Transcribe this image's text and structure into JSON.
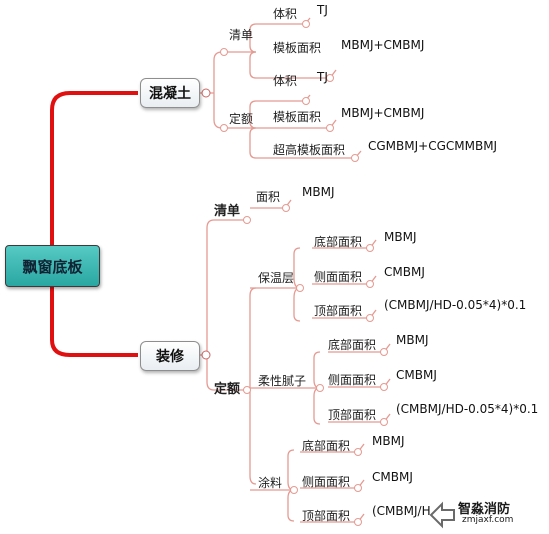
{
  "root": "飘窗底板",
  "concrete": {
    "label": "混凝土",
    "list": {
      "label": "清单",
      "volume": {
        "label": "体积",
        "formula": "TJ"
      },
      "formwork": {
        "label": "模板面积",
        "formula": "MBMJ+CMBMJ"
      }
    },
    "quota": {
      "label": "定额",
      "volume": {
        "label": "体积",
        "formula": "TJ"
      },
      "formwork": {
        "label": "模板面积",
        "formula": "MBMJ+CMBMJ"
      },
      "high_formwork": {
        "label": "超高模板面积",
        "formula": "CGMBMJ+CGCMMBMJ"
      }
    }
  },
  "decoration": {
    "label": "装修",
    "list": {
      "label": "清单",
      "area": {
        "label": "面积",
        "formula": "MBMJ"
      }
    },
    "quota": {
      "label": "定额",
      "insulation": {
        "label": "保温层",
        "bottom": {
          "label": "底部面积",
          "formula": "MBMJ"
        },
        "side": {
          "label": "侧面面积",
          "formula": "CMBMJ"
        },
        "top": {
          "label": "顶部面积",
          "formula": "(CMBMJ/HD-0.05*4)*0.1"
        }
      },
      "putty": {
        "label": "柔性腻子",
        "bottom": {
          "label": "底部面积",
          "formula": "MBMJ"
        },
        "side": {
          "label": "侧面面积",
          "formula": "CMBMJ"
        },
        "top": {
          "label": "顶部面积",
          "formula": "(CMBMJ/HD-0.05*4)*0.1"
        }
      },
      "paint": {
        "label": "涂料",
        "bottom": {
          "label": "底部面积",
          "formula": "MBMJ"
        },
        "side": {
          "label": "侧面面积",
          "formula": "CMBMJ"
        },
        "top": {
          "label": "顶部面积",
          "formula": "(CMBMJ/H"
        }
      }
    }
  },
  "watermark": {
    "title": "智淼消防",
    "url": "zmjaxf.com"
  },
  "colors": {
    "main_branch": "#e01010",
    "sub_branch": "#e59a92",
    "root_fill": "#3db8b3"
  }
}
